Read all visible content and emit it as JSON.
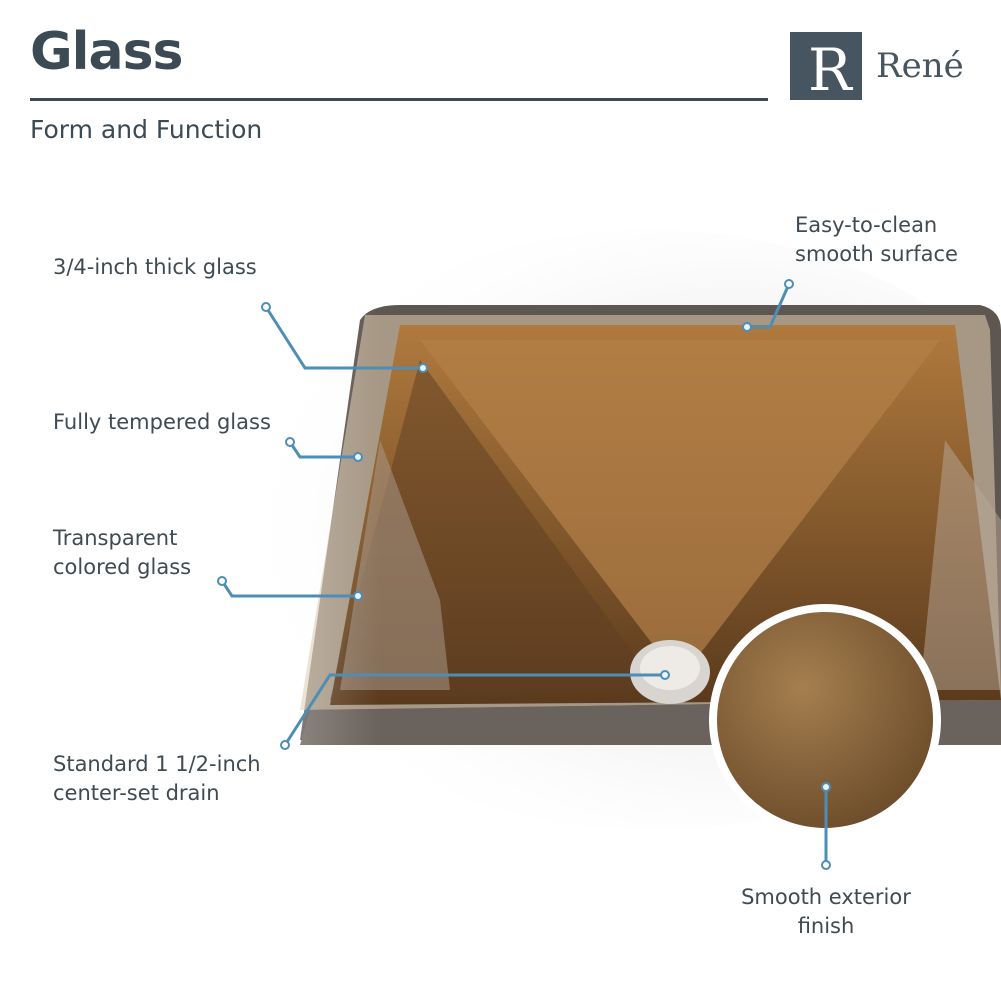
{
  "header": {
    "title": "Glass",
    "subtitle": "Form and Function"
  },
  "brand": {
    "name": "René",
    "monogram": "R",
    "color": "#465560"
  },
  "callouts": [
    {
      "line1": "3/4-inch thick glass",
      "line2": ""
    },
    {
      "line1": "Fully tempered glass",
      "line2": ""
    },
    {
      "line1": "Transparent",
      "line2": "colored glass"
    },
    {
      "line1": "Standard 1 1/2-inch",
      "line2": "center-set drain"
    },
    {
      "line1": "Easy-to-clean",
      "line2": "smooth surface"
    },
    {
      "line1": "Smooth exterior",
      "line2": "finish"
    }
  ],
  "colors": {
    "accent_line": "#4e8db5",
    "glass": "#8a5a2c",
    "text": "#3f4a52"
  }
}
